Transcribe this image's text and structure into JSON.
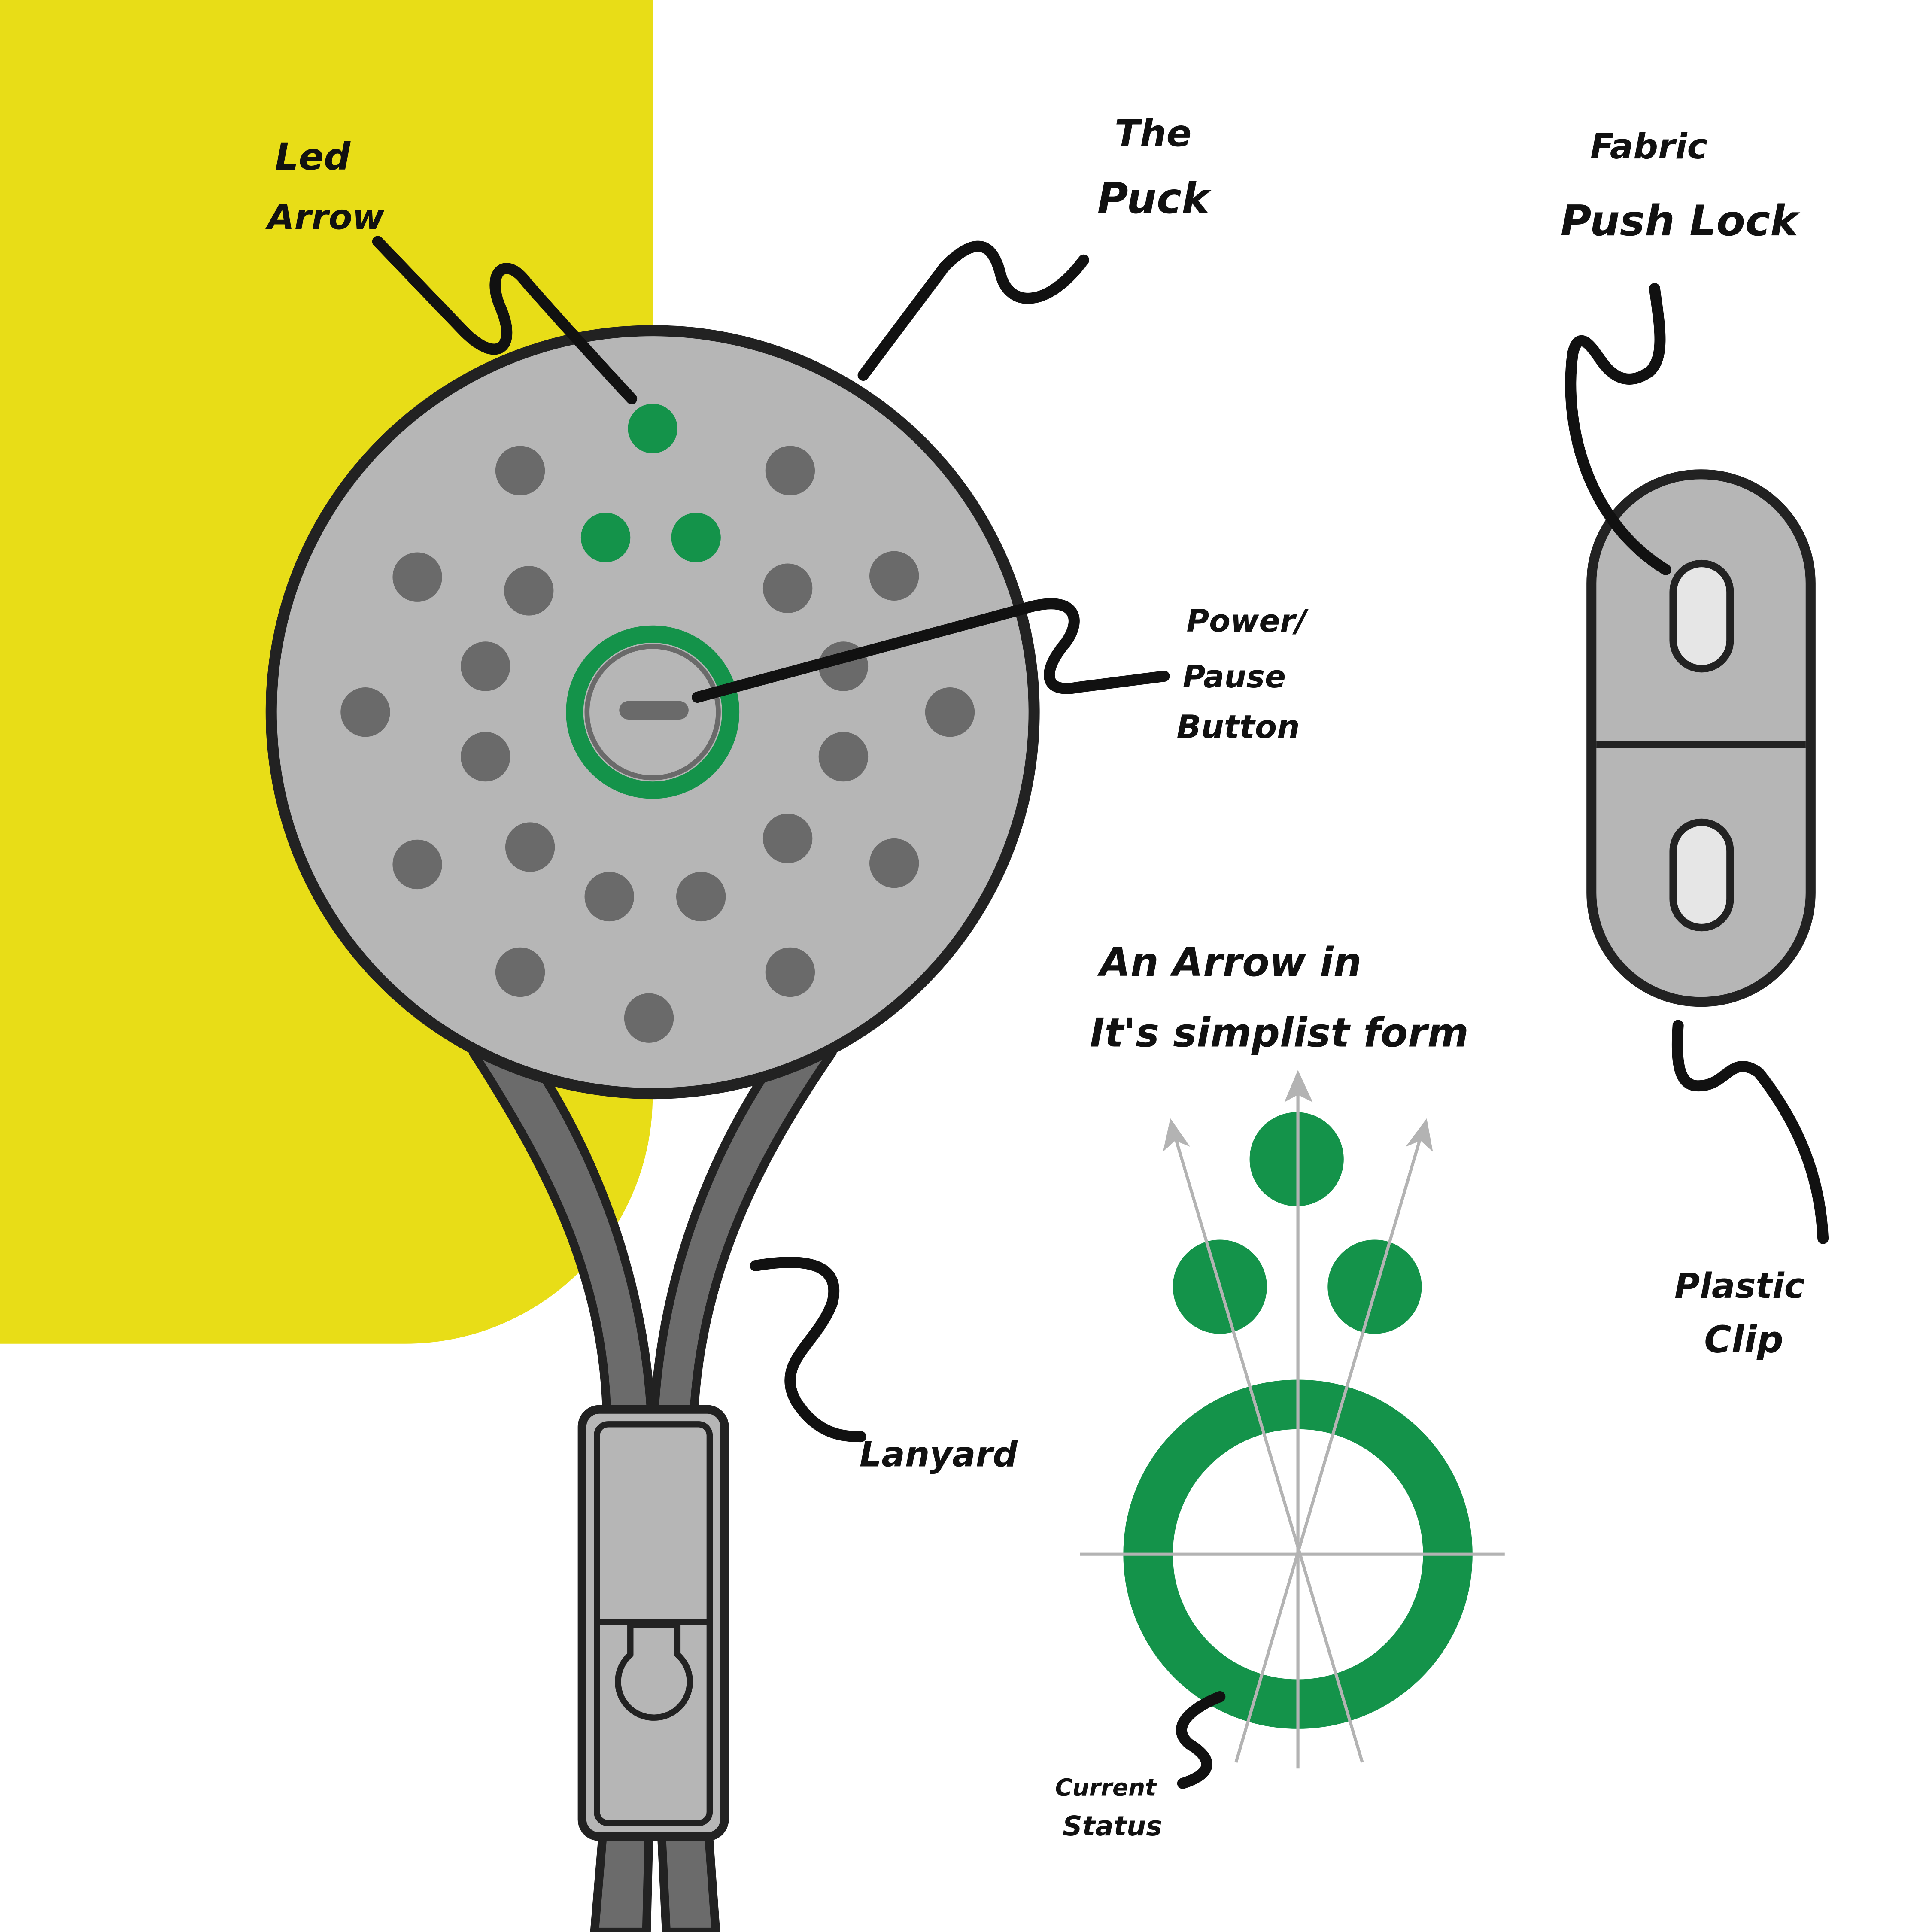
{
  "colors": {
    "background": "#ffffff",
    "accent_yellow": "#e8dd17",
    "puck_grey": "#b6b6b6",
    "dot_dark": "#6a6a6a",
    "led_green": "#14934a",
    "outline": "#222222",
    "lanyard_grey": "#6b6b6b",
    "clip_window": "#e6e6e6",
    "guide_lines": "#b3b3b3"
  },
  "labels": {
    "led_arrow_line1": "Led",
    "led_arrow_line2": "Arrow",
    "puck_line1": "The",
    "puck_line2": "Puck",
    "fabric_line1": "Fabric",
    "fabric_line2": "Push Lock",
    "power_line1": "Power/",
    "power_line2": "Pause",
    "power_line3": "Button",
    "arrow_note_line1": "An Arrow in",
    "arrow_note_line2": "It's simplist form",
    "plastic_line1": "Plastic",
    "plastic_line2": "Clip",
    "lanyard": "Lanyard",
    "status_line1": "Current",
    "status_line2": "Status"
  },
  "icons": {
    "puck": "round-device-icon",
    "button": "power-pause-button-icon",
    "clip": "plastic-clip-icon",
    "arrow_diagram": "led-arrow-diagram"
  }
}
